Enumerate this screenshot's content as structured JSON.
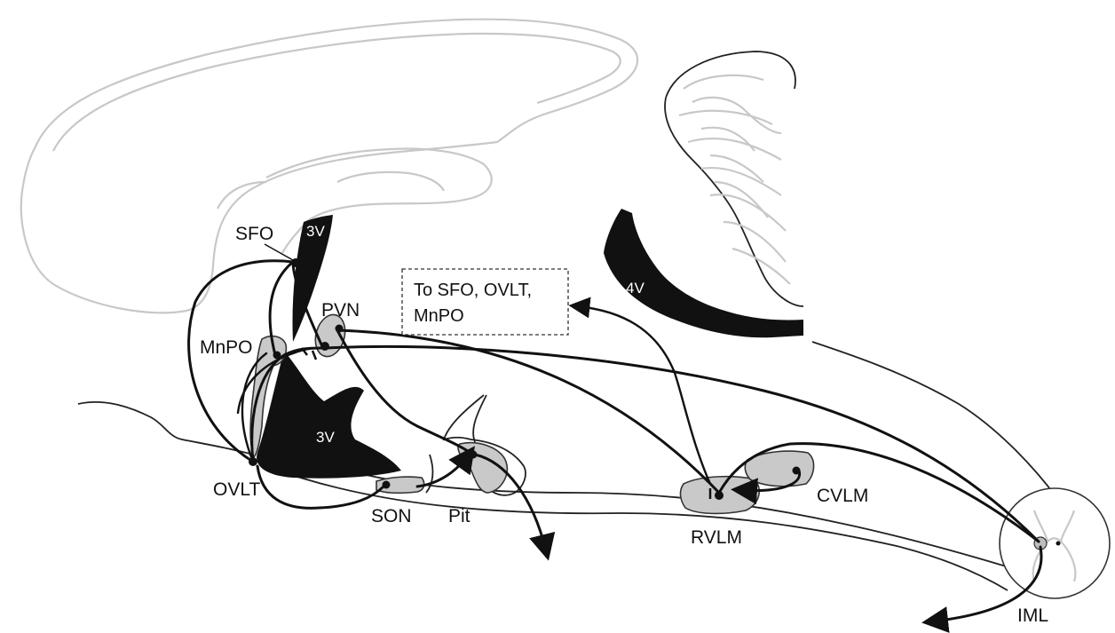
{
  "labels": {
    "sfo": "SFO",
    "third_ventricle_top": "3V",
    "third_ventricle_main": "3V",
    "fourth_ventricle": "4V",
    "pvn": "PVN",
    "mnpo": "MnPO",
    "ovlt": "OVLT",
    "son": "SON",
    "pit": "Pit",
    "rvlm": "RVLM",
    "cvlm": "CVLM",
    "iml": "IML"
  },
  "callout": {
    "line1": "To SFO, OVLT,",
    "line2": "MnPO"
  },
  "colors": {
    "outline_light": "#c8c8c8",
    "outline_dark": "#222222",
    "ventricle_fill": "#111111",
    "nucleus_fill": "#c9c9c9",
    "pathway": "#111111"
  }
}
